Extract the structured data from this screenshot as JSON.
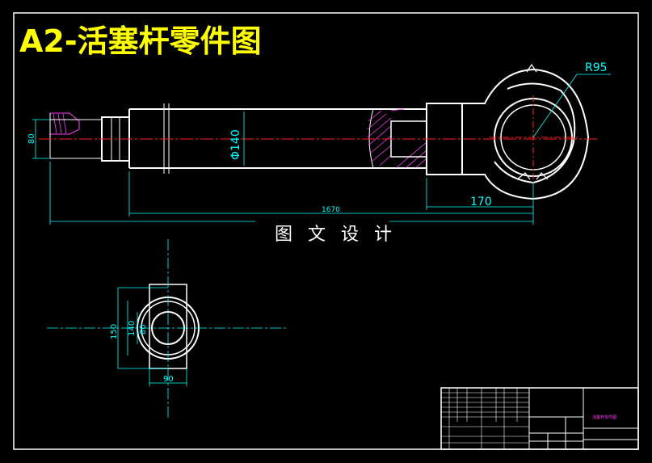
{
  "title": "A2-活塞杆零件图",
  "watermark": "图 文 设 计",
  "dimensions": {
    "radius": "R95",
    "diameter": "Φ140",
    "total_length": "1670",
    "eye_length": "170",
    "thread_height": "80",
    "end_outer": "150",
    "end_mid": "140",
    "end_inner": "80",
    "end_width": "90"
  },
  "title_block": {
    "drawing_name": "活塞杆零件图"
  },
  "colors": {
    "background": "#000000",
    "outline": "#ffffff",
    "dimension": "#00ffff",
    "centerline": "#ff2020",
    "hatch": "#ff3cff",
    "title": "#ffff00"
  }
}
